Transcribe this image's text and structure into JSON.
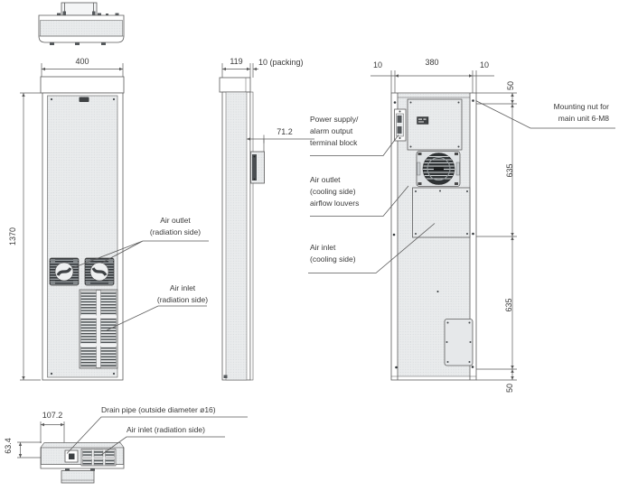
{
  "drawing_type": "dimension-drawing",
  "colors": {
    "line": "#5a5a5a",
    "text": "#3a3a3a",
    "panel_fill": "#e9ebec",
    "dark_fill": "#4a4e51"
  },
  "dims": {
    "front_width": "400",
    "front_height": "1370",
    "side_depth": "119",
    "packing": "10 (packing)",
    "terminal_offset": "71.2",
    "rear_margin_left": "10",
    "rear_nut_span": "380",
    "rear_margin_right": "10",
    "rear_top": "50",
    "rear_mid_upper": "635",
    "rear_mid_lower": "635",
    "rear_bottom": "50",
    "drain_offset_x": "107.2",
    "drain_offset_y": "63.4"
  },
  "callouts": {
    "power_terminal": {
      "l1": "Power supply/",
      "l2": "alarm output",
      "l3": "terminal block"
    },
    "air_outlet_cooling": {
      "l1": "Air outlet",
      "l2": "(cooling side)",
      "l3": "airflow louvers"
    },
    "air_inlet_cooling": {
      "l1": "Air inlet",
      "l2": "(cooling side)"
    },
    "mounting_nut": {
      "l1": "Mounting nut for",
      "l2": "main unit 6-M8"
    },
    "air_outlet_radiation": {
      "l1": "Air outlet",
      "l2": "(radiation side)"
    },
    "air_inlet_radiation": {
      "l1": "Air inlet",
      "l2": "(radiation side)"
    },
    "drain_pipe": "Drain pipe (outside diameter ø16)",
    "air_inlet_bottom": "Air inlet (radiation side)"
  }
}
